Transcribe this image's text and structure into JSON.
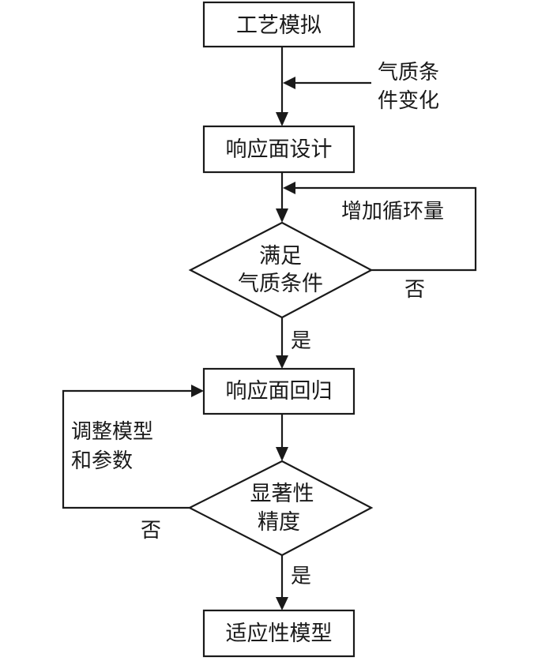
{
  "nodes": {
    "process_simulation": "工艺模拟",
    "rsm_design": "响应面设计",
    "condition_line1": "满足",
    "condition_line2": "气质条件",
    "rsm_regression": "响应面回归",
    "significance_line1": "显著性",
    "significance_line2": "精度",
    "adaptive_model": "适应性模型"
  },
  "side_labels": {
    "gas_quality_line1": "气质条",
    "gas_quality_line2": "件变化",
    "increase_circulation": "增加循环量",
    "adjust_line1": "调整模型",
    "adjust_line2": "和参数"
  },
  "branch_labels": {
    "no_1": "否",
    "yes_1": "是",
    "no_2": "否",
    "yes_2": "是"
  }
}
